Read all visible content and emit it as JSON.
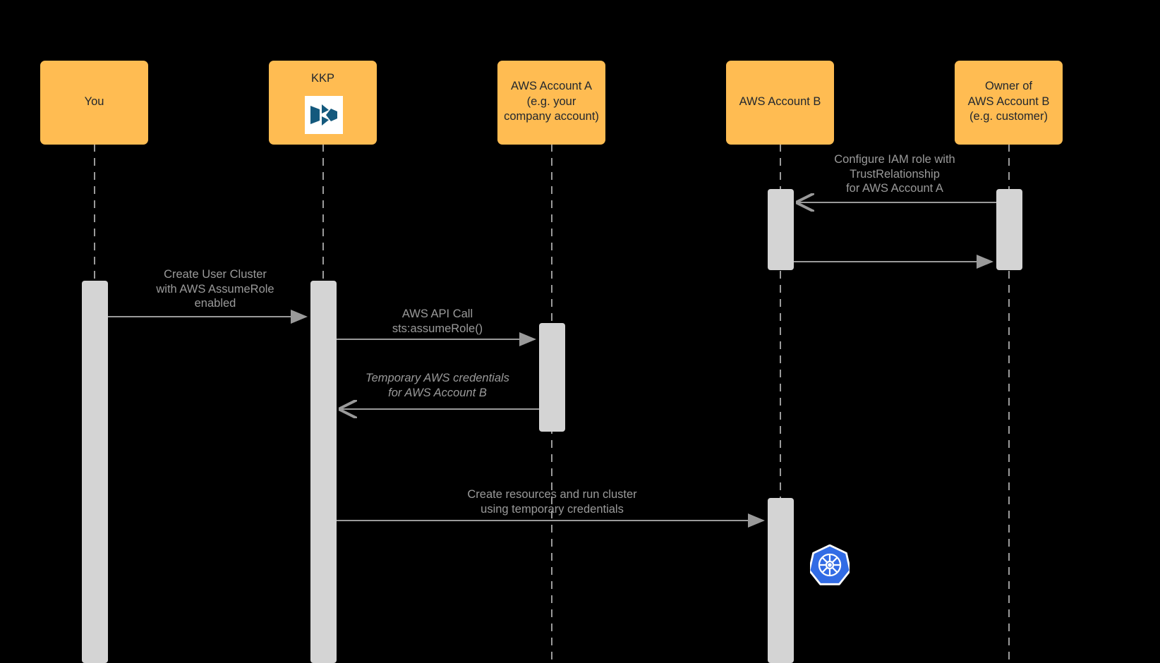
{
  "diagram": {
    "type": "sequence-diagram",
    "title": "AWS AssumeRole user cluster creation flow",
    "background_color": "#000000",
    "actor_box_color": "#FFBC52",
    "activation_bar_color": "#D4D4D4",
    "lifeline_color": "#9A9A9A",
    "message_text_color": "#9A9A9A"
  },
  "actors": [
    {
      "id": "you",
      "label": "You",
      "logo": null
    },
    {
      "id": "kkp",
      "label": "KKP",
      "logo": "kkp-logo"
    },
    {
      "id": "aws_a",
      "label": "AWS Account A\n(e.g. your\ncompany account)",
      "logo": null
    },
    {
      "id": "aws_b",
      "label": "AWS Account B",
      "logo": null
    },
    {
      "id": "owner_b",
      "label": "Owner of\nAWS Account B\n(e.g. customer)",
      "logo": null
    }
  ],
  "messages": [
    {
      "id": "m1",
      "label": "Configure IAM role with\nTrustRelationship\nfor AWS Account A",
      "from": "owner_b",
      "to": "aws_b",
      "direction": "left",
      "arrow": "open",
      "style": "solid",
      "italic": false
    },
    {
      "id": "m2",
      "label": "",
      "from": "aws_b",
      "to": "owner_b",
      "direction": "right",
      "arrow": "filled",
      "style": "solid",
      "italic": false
    },
    {
      "id": "m3",
      "label": "Create User Cluster\nwith AWS AssumeRole\nenabled",
      "from": "you",
      "to": "kkp",
      "direction": "right",
      "arrow": "filled",
      "style": "solid",
      "italic": false
    },
    {
      "id": "m4",
      "label": "AWS API Call\nsts:assumeRole()",
      "from": "kkp",
      "to": "aws_a",
      "direction": "right",
      "arrow": "filled",
      "style": "solid",
      "italic": false
    },
    {
      "id": "m5",
      "label": "Temporary AWS credentials\nfor AWS Account B",
      "from": "aws_a",
      "to": "kkp",
      "direction": "left",
      "arrow": "open",
      "style": "solid",
      "italic": true
    },
    {
      "id": "m6",
      "label": "Create resources and run cluster\nusing temporary credentials",
      "from": "kkp",
      "to": "aws_b",
      "direction": "right",
      "arrow": "filled",
      "style": "solid",
      "italic": false
    }
  ],
  "logos": {
    "kkp": {
      "name": "kkp-logo",
      "color": "#14597D",
      "background": "#FFFFFF"
    },
    "kubernetes": {
      "name": "kubernetes-logo",
      "color": "#326CE5",
      "glyph_color": "#FFFFFF"
    }
  }
}
